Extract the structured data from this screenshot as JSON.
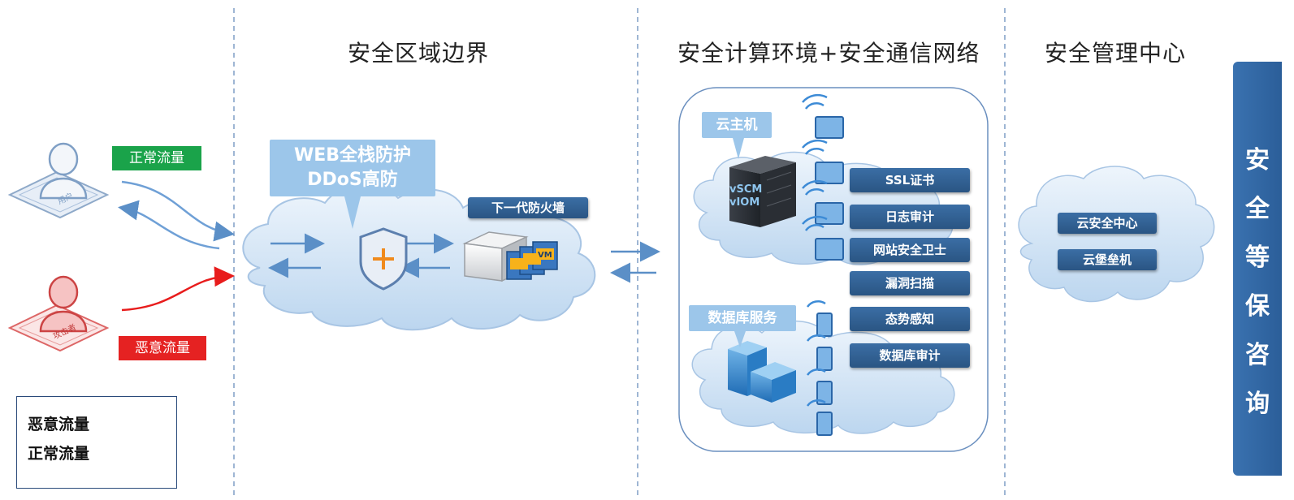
{
  "headings": {
    "boundary": "安全区域边界",
    "compute_network": "安全计算环境+安全通信网络",
    "management": "安全管理中心"
  },
  "flows": {
    "normal_badge": "正常流量",
    "malicious_badge": "恶意流量"
  },
  "actors": {
    "user_tag": "用户",
    "attacker_tag": "攻击者"
  },
  "boundary": {
    "callout_line1": "WEB全栈防护",
    "callout_line2": "DDoS高防",
    "firewall": "下一代防火墙",
    "vm_tag": "VM"
  },
  "compute": {
    "cloud_host": "云主机",
    "server_labels": [
      "vSCM",
      "vIOM"
    ],
    "database_service": "数据库服务",
    "services": [
      "SSL证书",
      "日志审计",
      "网站安全卫士",
      "漏洞扫描",
      "态势感知",
      "数据库审计"
    ]
  },
  "management": {
    "items": [
      "云安全中心",
      "云堡垒机"
    ]
  },
  "side_banner": [
    "安",
    "全",
    "等",
    "保",
    "咨",
    "询"
  ],
  "legend": {
    "malicious": "恶意流量",
    "normal": "正常流量"
  },
  "colors": {
    "malicious": "#e81c1c",
    "normal": "#1a6fc0",
    "normal_badge_bg": "#1aa34a",
    "malicious_badge_bg": "#e52222",
    "tag_blue": "#2f5f93",
    "cloud": "#dbe9f7",
    "divider": "#5f86b8"
  }
}
